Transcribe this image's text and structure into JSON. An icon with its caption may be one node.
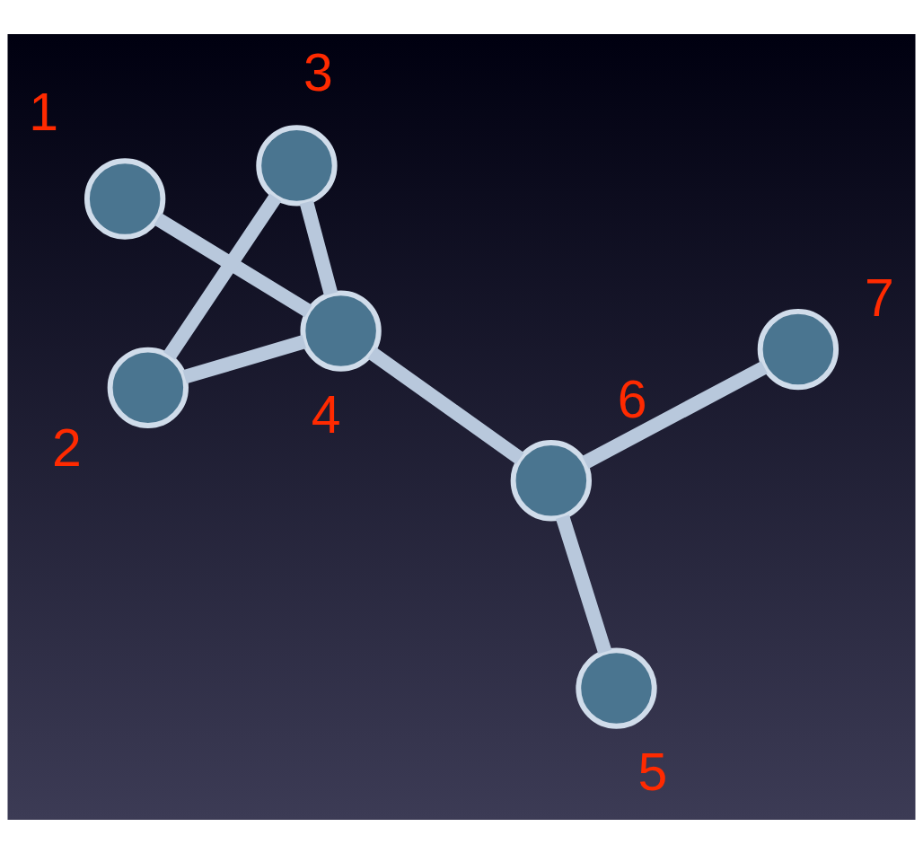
{
  "diagram": {
    "nodes": [
      {
        "text": [],
        "shape": "circle",
        "beside": [
          "1"
        ]
      },
      {
        "text": [],
        "shape": "circle",
        "beside": [
          "2"
        ]
      },
      {
        "text": [],
        "shape": "circle",
        "beside": [
          "3"
        ]
      },
      {
        "text": [],
        "shape": "circle",
        "beside": [
          "4"
        ]
      },
      {
        "text": [],
        "shape": "circle",
        "beside": [
          "5"
        ]
      },
      {
        "text": [],
        "shape": "circle",
        "beside": [
          "6"
        ]
      },
      {
        "text": [],
        "shape": "circle",
        "beside": [
          "7"
        ]
      }
    ],
    "edges": [
      {
        "from": 1,
        "to": 2,
        "arrow": "none"
      },
      {
        "from": 1,
        "to": 3,
        "arrow": "none"
      },
      {
        "from": 2,
        "to": 3,
        "arrow": "none"
      },
      {
        "from": 0,
        "to": 3,
        "arrow": "none"
      },
      {
        "from": 3,
        "to": 5,
        "arrow": "none"
      },
      {
        "from": 6,
        "to": 5,
        "arrow": "none"
      },
      {
        "from": 5,
        "to": 4,
        "arrow": "none"
      }
    ]
  }
}
